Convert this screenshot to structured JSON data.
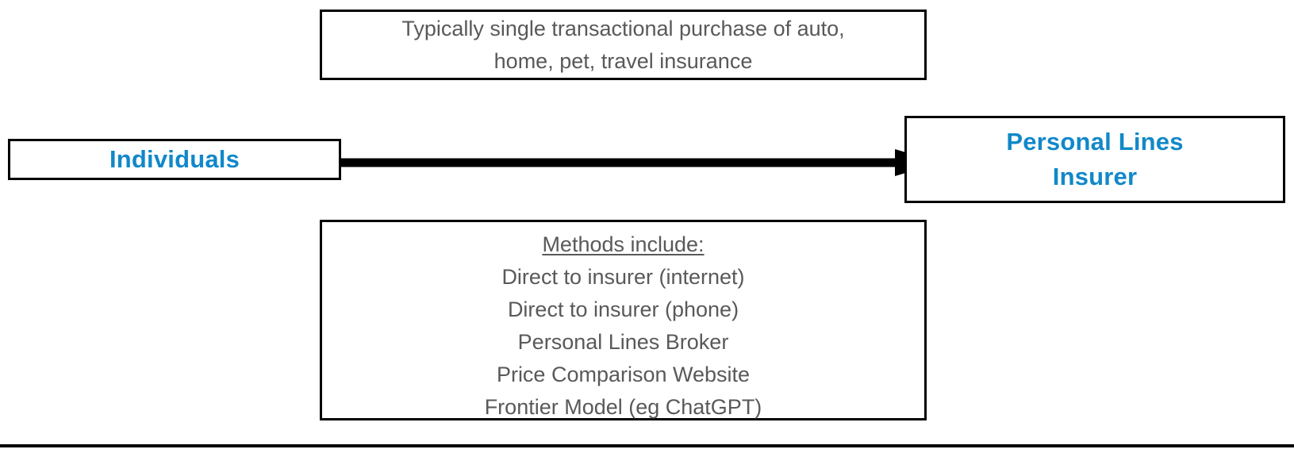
{
  "diagram": {
    "title": "Personal lines insurance distribution flow",
    "accent_color": "#1188c9",
    "note_text_color": "#595959",
    "line_color": "#000000"
  },
  "top_note": {
    "lines": [
      "Typically single transactional purchase of auto,",
      "home, pet, travel insurance"
    ]
  },
  "source_node": {
    "lines": [
      "Individuals"
    ]
  },
  "target_node": {
    "lines": [
      "Personal Lines",
      "Insurer"
    ]
  },
  "methods_note": {
    "heading": "Methods include:",
    "items": [
      "Direct to insurer (internet)",
      "Direct to insurer (phone)",
      "Personal Lines Broker",
      "Price Comparison Website",
      "Frontier Model (eg ChatGPT)"
    ]
  },
  "arrow": {
    "label": "",
    "direction": "left-to-right"
  }
}
